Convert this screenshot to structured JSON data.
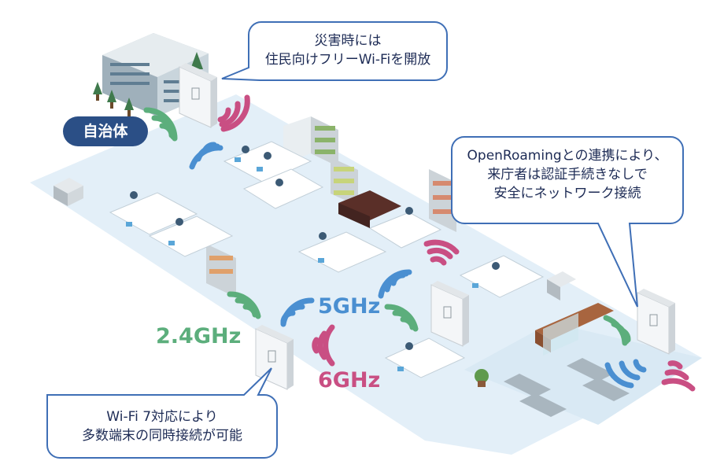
{
  "org_tag": "自治体",
  "callouts": {
    "disaster": [
      "災害時には",
      "住民向けフリーWi-Fiを開放"
    ],
    "openroaming": [
      "OpenRoamingとの連携により、",
      "来庁者は認証手続きなしで",
      "安全にネットワーク接続"
    ],
    "wifi7": [
      "Wi-Fi 7対応により",
      "多数端末の同時接続が可能"
    ]
  },
  "bands": {
    "b24": {
      "label": "2.4GHz",
      "color": "#5cae7c"
    },
    "b5": {
      "label": "5GHz",
      "color": "#4a8fd1"
    },
    "b6": {
      "label": "6GHz",
      "color": "#c94f83"
    }
  },
  "colors": {
    "floor": "#e4f0f8",
    "callout_border": "#3f6fb6",
    "tag_bg": "#2b4f86"
  }
}
